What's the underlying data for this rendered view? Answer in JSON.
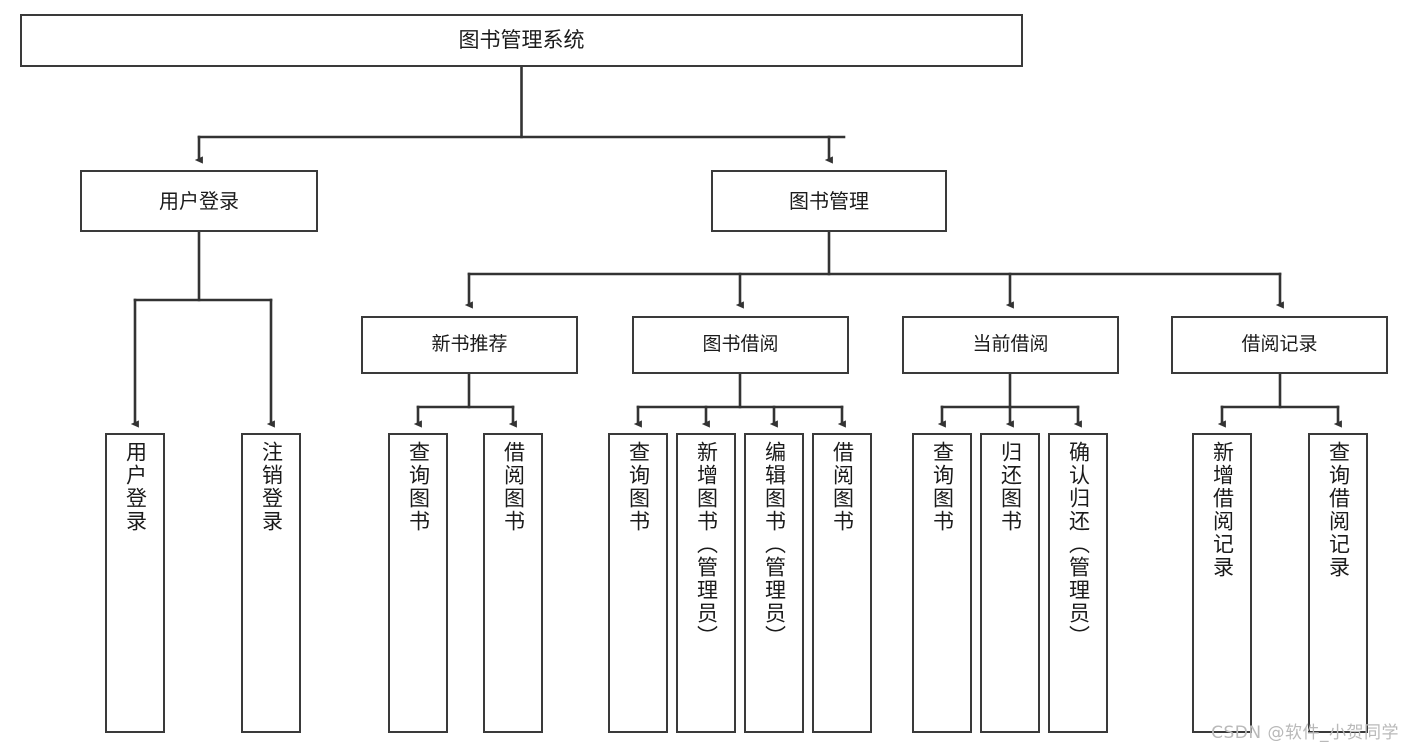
{
  "diagram": {
    "title": "图书管理系统",
    "type": "functional-structure-tree",
    "watermark": "CSDN @软件_小贺同学",
    "colors": {
      "box_border": "#3a3a3a",
      "connector": "#333333",
      "text": "#1b1b1b",
      "background": "#ffffff",
      "watermark": "#b9b9b9"
    },
    "root": {
      "label": "图书管理系统"
    },
    "level1": [
      {
        "label": "用户登录"
      },
      {
        "label": "图书管理"
      }
    ],
    "level2": [
      {
        "label": "新书推荐"
      },
      {
        "label": "图书借阅"
      },
      {
        "label": "当前借阅"
      },
      {
        "label": "借阅记录"
      }
    ],
    "leaves": {
      "user_login": [
        {
          "label": "用户登录"
        },
        {
          "label": "注销登录"
        }
      ],
      "new_book_recommend": [
        {
          "label": "查询图书"
        },
        {
          "label": "借阅图书"
        }
      ],
      "book_borrow": [
        {
          "label": "查询图书"
        },
        {
          "label": "新增图书（管理员）"
        },
        {
          "label": "编辑图书（管理员）"
        },
        {
          "label": "借阅图书"
        }
      ],
      "current_borrow": [
        {
          "label": "查询图书"
        },
        {
          "label": "归还图书"
        },
        {
          "label": "确认归还（管理员）"
        }
      ],
      "borrow_record": [
        {
          "label": "新增借阅记录"
        },
        {
          "label": "查询借阅记录"
        }
      ]
    }
  }
}
